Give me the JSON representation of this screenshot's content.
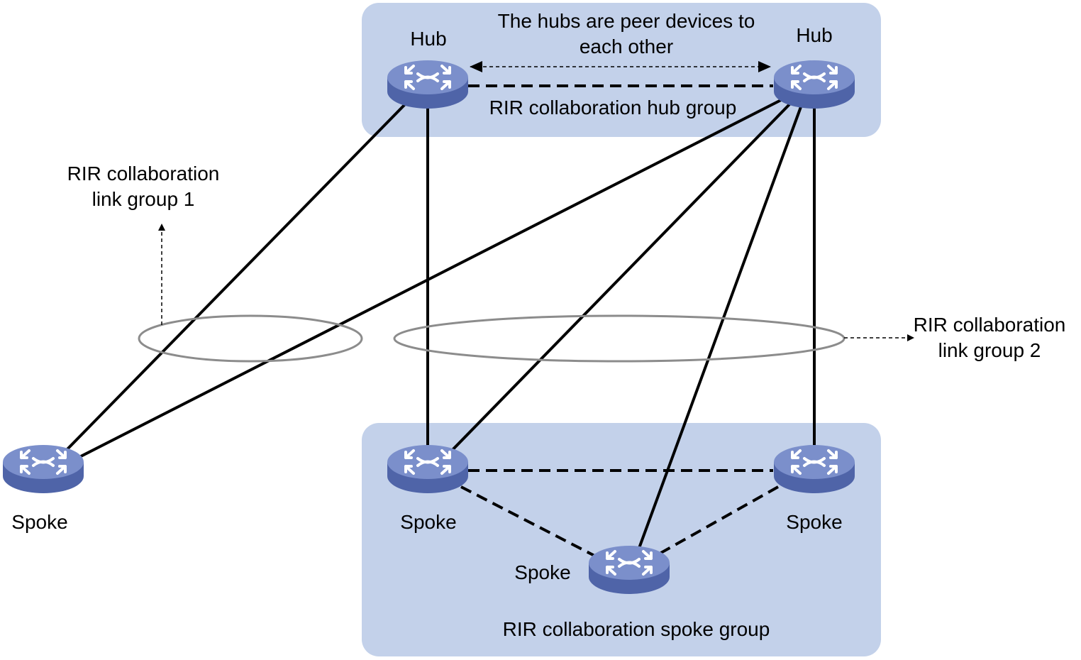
{
  "labels": {
    "hub_left": "Hub",
    "hub_right": "Hub",
    "peer_note_line1": "The hubs are peer devices to",
    "peer_note_line2": "each other",
    "hub_group": "RIR collaboration hub group",
    "link_group_1_line1": "RIR collaboration",
    "link_group_1_line2": "link group 1",
    "link_group_2_line1": "RIR collaboration",
    "link_group_2_line2": "link group 2",
    "spoke_far_left": "Spoke",
    "spoke_left": "Spoke",
    "spoke_right": "Spoke",
    "spoke_bottom": "Spoke",
    "spoke_group": "RIR collaboration spoke group"
  },
  "icons": {
    "router": "router-icon"
  },
  "colors": {
    "group_fill": "#c3d1ea",
    "router_top": "#7b8fcb",
    "router_side": "#4f64a8",
    "router_symbol": "#ffffff",
    "link": "#000000",
    "ellipse": "#8c8c8c"
  }
}
